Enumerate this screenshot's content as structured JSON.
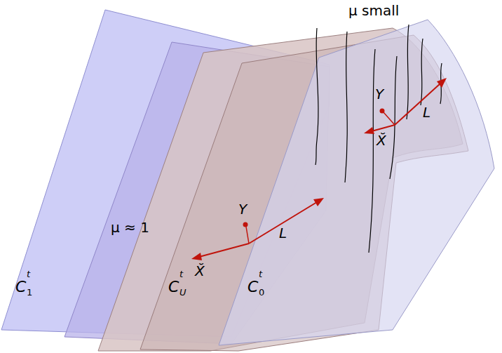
{
  "diagram": {
    "labels": [
      "μ small",
      "μ ≈ 1",
      "Y",
      "L",
      "X̆",
      "Y",
      "L",
      "X̆",
      "C",
      "t",
      "1",
      "C",
      "t",
      "U",
      "C",
      "t",
      "0"
    ]
  }
}
